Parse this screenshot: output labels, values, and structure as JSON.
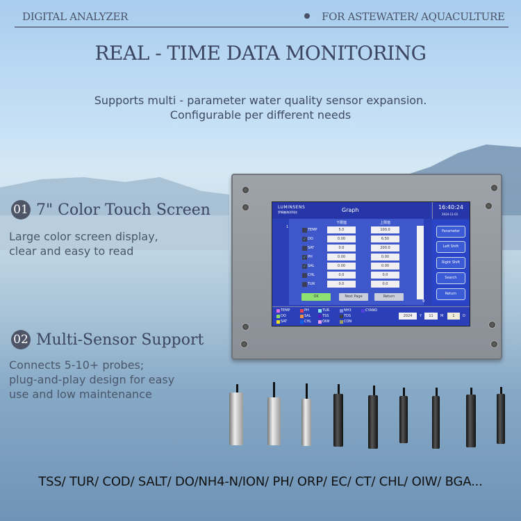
{
  "header": {
    "left": "DIGITAL ANALYZER",
    "right": "FOR ASTEWATER/ AQUACULTURE"
  },
  "title": "REAL - TIME DATA MONITORING",
  "subtitle": [
    "Supports multi - parameter water quality sensor expansion.",
    "Configurable per different needs"
  ],
  "features": [
    {
      "num": "01",
      "title": "7\" Color Touch Screen",
      "desc": [
        "Large color screen display,",
        "clear and easy to read"
      ]
    },
    {
      "num": "02",
      "title": "Multi-Sensor Support",
      "desc": [
        "Connects 5-10+ probes;",
        "plug-and-play design for easy",
        "use and low maintenance"
      ]
    }
  ],
  "screen": {
    "logo": "LUMINSENS",
    "logo_cn": "罗姆森海洋科技",
    "title": "Graph",
    "time": "16:40:24",
    "date": "2024-11-01",
    "col_low": "下限值",
    "col_high": "上限值",
    "axis_top": "1",
    "axis_bottom": "9",
    "rows": [
      {
        "label": "TEMP",
        "checked": false,
        "low": "5.0",
        "high": "100.0"
      },
      {
        "label": "DO",
        "checked": true,
        "low": "0.00",
        "high": "6.50"
      },
      {
        "label": "SAT",
        "checked": false,
        "low": "0.0",
        "high": "200.0"
      },
      {
        "label": "PH",
        "checked": true,
        "low": "0.00",
        "high": "0.00"
      },
      {
        "label": "SAL",
        "checked": true,
        "low": "0.00",
        "high": "0.00"
      },
      {
        "label": "CHL",
        "checked": false,
        "low": "0.0",
        "high": "0.0"
      },
      {
        "label": "TUR",
        "checked": false,
        "low": "0.0",
        "high": "0.0"
      }
    ],
    "ok": "OK",
    "next_page": "Next Page",
    "return": "Return",
    "side_buttons": [
      "Parameter",
      "Left Shift",
      "Right Shift",
      "Search",
      "Return"
    ],
    "legend": [
      {
        "label": "TEMP",
        "color": "#e070e0"
      },
      {
        "label": "PH",
        "color": "#e84050"
      },
      {
        "label": "TUR",
        "color": "#8ee8f0"
      },
      {
        "label": "NH3",
        "color": "#8090e0"
      },
      {
        "label": "CYANO",
        "color": "#5040e0"
      },
      {
        "label": "DO",
        "color": "#90e060"
      },
      {
        "label": "SAL",
        "color": "#f09040"
      },
      {
        "label": "TSS",
        "color": "#5020c0"
      },
      {
        "label": "TDS",
        "color": "#404048"
      },
      {
        "label": "SAT",
        "color": "#f0e020"
      },
      {
        "label": "CHL",
        "color": "#1060f0"
      },
      {
        "label": "OIW",
        "color": "#f0a0f0"
      },
      {
        "label": "CON",
        "color": "#a0a060"
      }
    ],
    "year": "2024",
    "y": "Y",
    "month": "11",
    "m": "M",
    "day": "1",
    "d": "D"
  },
  "bottom_text": "TSS/ TUR/ COD/ SALT/ DO/NH4-N/ION/ PH/ ORP/ EC/ CT/ CHL/ OIW/ BGA..."
}
